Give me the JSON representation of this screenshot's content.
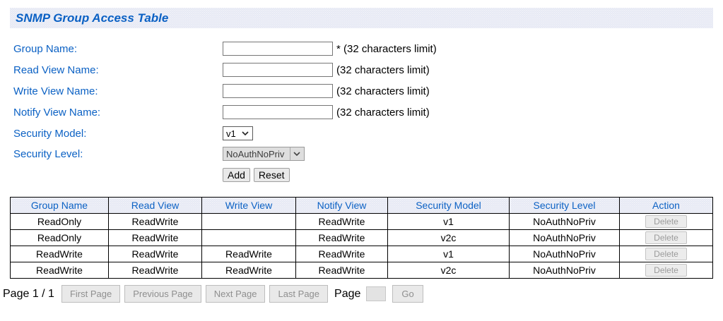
{
  "title": "SNMP Group Access Table",
  "colors": {
    "accent_blue": "#0b61c4",
    "header_lavender": "#e8eaf5",
    "disabled_gray": "#9b9b9b"
  },
  "form": {
    "fields": [
      {
        "label": "Group Name:",
        "value": "",
        "note": "* (32 characters limit)"
      },
      {
        "label": "Read View Name:",
        "value": "",
        "note": "(32 characters limit)"
      },
      {
        "label": "Write View Name:",
        "value": "",
        "note": "(32 characters limit)"
      },
      {
        "label": "Notify View Name:",
        "value": "",
        "note": "(32 characters limit)"
      }
    ],
    "security_model": {
      "label": "Security Model:",
      "selected": "v1"
    },
    "security_level": {
      "label": "Security Level:",
      "selected": "NoAuthNoPriv"
    },
    "buttons": {
      "add": "Add",
      "reset": "Reset"
    }
  },
  "table": {
    "headers": [
      "Group Name",
      "Read View",
      "Write View",
      "Notify View",
      "Security Model",
      "Security Level",
      "Action"
    ],
    "rows": [
      {
        "cells": [
          "ReadOnly",
          "ReadWrite",
          "",
          "ReadWrite",
          "v1",
          "NoAuthNoPriv"
        ],
        "action": "Delete"
      },
      {
        "cells": [
          "ReadOnly",
          "ReadWrite",
          "",
          "ReadWrite",
          "v2c",
          "NoAuthNoPriv"
        ],
        "action": "Delete"
      },
      {
        "cells": [
          "ReadWrite",
          "ReadWrite",
          "ReadWrite",
          "ReadWrite",
          "v1",
          "NoAuthNoPriv"
        ],
        "action": "Delete"
      },
      {
        "cells": [
          "ReadWrite",
          "ReadWrite",
          "ReadWrite",
          "ReadWrite",
          "v2c",
          "NoAuthNoPriv"
        ],
        "action": "Delete"
      }
    ]
  },
  "pagination": {
    "status": "Page 1 / 1",
    "buttons": [
      "First Page",
      "Previous Page",
      "Next Page",
      "Last Page"
    ],
    "page_label": "Page",
    "page_input_value": "",
    "go": "Go"
  }
}
